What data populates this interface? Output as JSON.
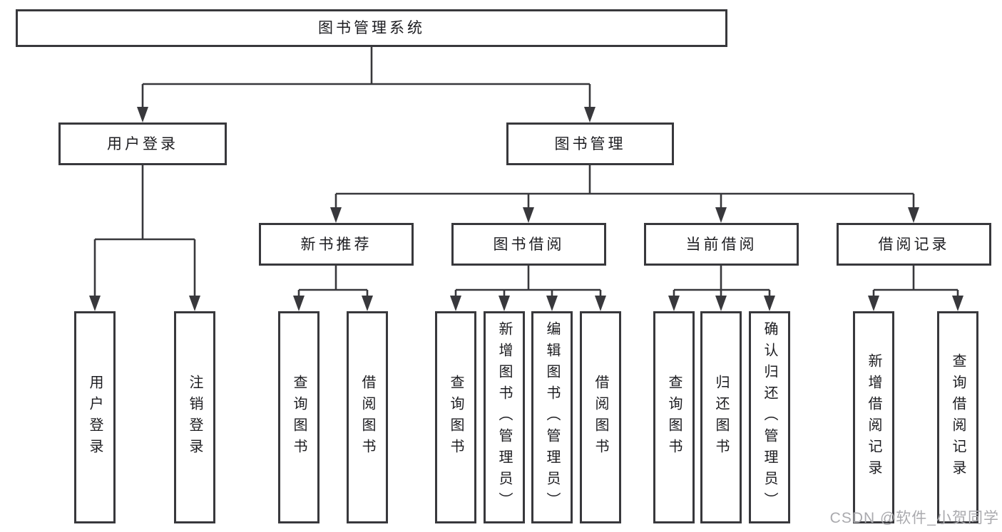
{
  "tree": {
    "root": {
      "label": "图书管理系统"
    },
    "branches": [
      {
        "label": "用户登录",
        "children": [
          {
            "label": "用户登录"
          },
          {
            "label": "注销登录"
          }
        ]
      },
      {
        "label": "图书管理",
        "children": [
          {
            "label": "新书推荐",
            "children": [
              {
                "label": "查询图书"
              },
              {
                "label": "借阅图书"
              }
            ]
          },
          {
            "label": "图书借阅",
            "children": [
              {
                "label": "查询图书"
              },
              {
                "label": "新增图书（管理员）"
              },
              {
                "label": "编辑图书（管理员）"
              },
              {
                "label": "借阅图书"
              }
            ]
          },
          {
            "label": "当前借阅",
            "children": [
              {
                "label": "查询图书"
              },
              {
                "label": "归还图书"
              },
              {
                "label": "确认归还（管理员）"
              }
            ]
          },
          {
            "label": "借阅记录",
            "children": [
              {
                "label": "新增借阅记录"
              },
              {
                "label": "查询借阅记录"
              }
            ]
          }
        ]
      }
    ]
  },
  "watermark": "CSDN @软件_小贺同学",
  "colors": {
    "line": "#38383c",
    "text": "#1c1c20",
    "watermark": "#aaaaae",
    "background": "#ffffff"
  }
}
